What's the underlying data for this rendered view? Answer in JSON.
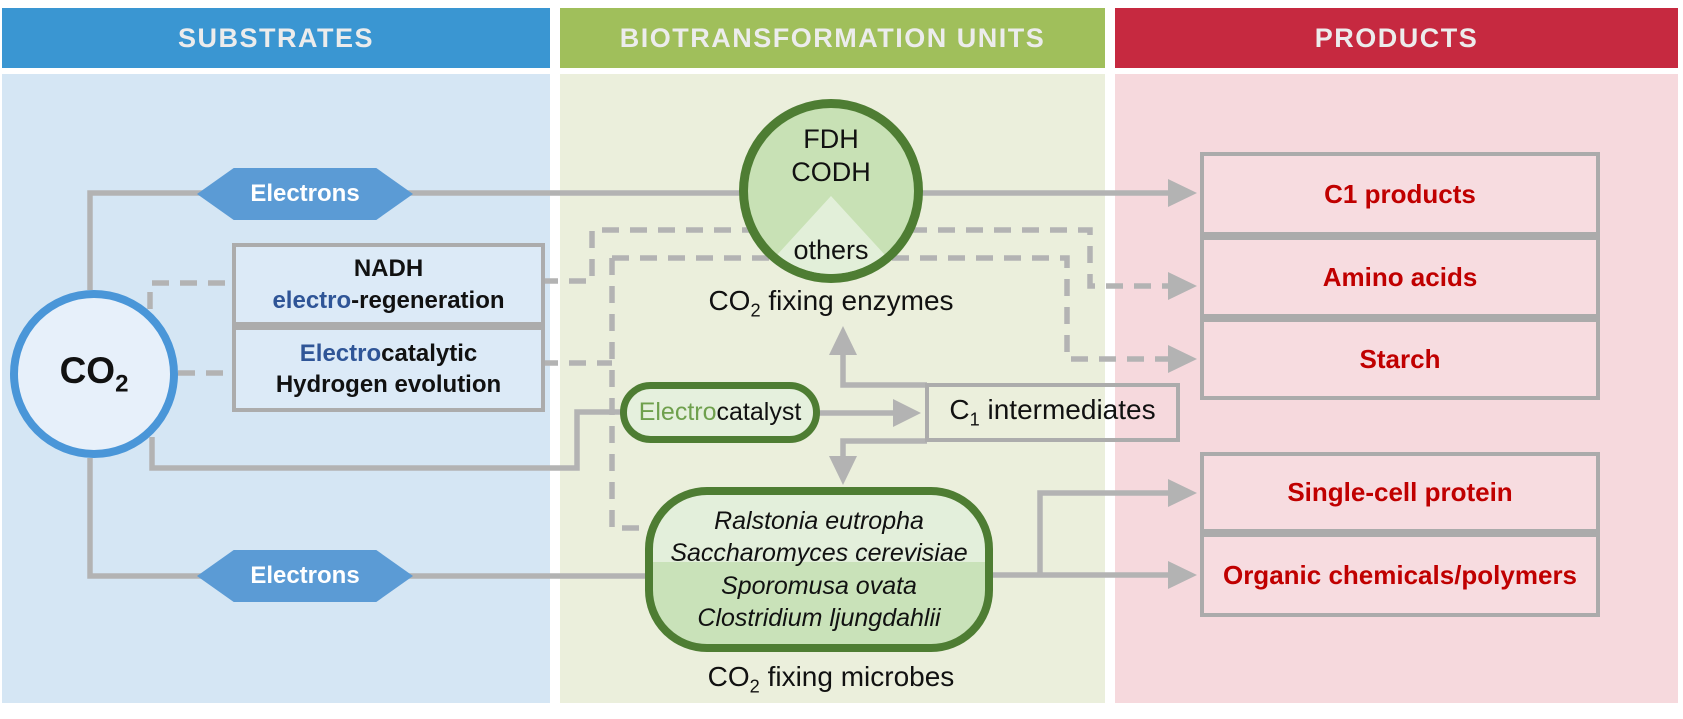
{
  "headers": {
    "substrates": "SUBSTRATES",
    "units": "BIOTRANSFORMATION UNITS",
    "products": "PRODUCTS"
  },
  "substrates": {
    "co2": {
      "base": "CO",
      "sub": "2"
    },
    "electrons_top": "Electrons",
    "electrons_bottom": "Electrons",
    "nadh_box": {
      "line1": "NADH",
      "accent": "electro",
      "rest": "-regeneration"
    },
    "hydrogen_box": {
      "accent": "Electro",
      "rest": "catalytic",
      "line2": "Hydrogen evolution"
    }
  },
  "units": {
    "enzyme_circle": {
      "line1": "FDH",
      "line2": "CODH",
      "line3": "others"
    },
    "enzymes_caption": {
      "base": "CO",
      "sub": "2",
      "rest": " fixing enzymes"
    },
    "electrocatalyst": {
      "accent": "Electro",
      "rest": "catalyst"
    },
    "c1_intermediates": {
      "base": "C",
      "sub": "1",
      "rest": " intermediates"
    },
    "microbes": [
      "Ralstonia eutropha",
      "Saccharomyces cerevisiae",
      "Sporomusa ovata",
      "Clostridium ljungdahlii"
    ],
    "microbes_caption": {
      "base": "CO",
      "sub": "2",
      "rest": " fixing microbes"
    }
  },
  "products": {
    "boxes": [
      "C1 products",
      "Amino acids",
      "Starch",
      "Single-cell protein",
      "Organic chemicals/polymers"
    ]
  },
  "colors": {
    "substrates_header": "#3a96d2",
    "substrates_bg": "#d5e6f4",
    "units_header": "#a0bf5b",
    "units_bg": "#ebefdc",
    "products_header": "#c62940",
    "products_bg": "#f6d9dd",
    "product_text": "#c00000",
    "accent_blue": "#2f5597",
    "accent_green": "#6fa04d",
    "green_border": "#4e7d33",
    "hexagon_blue": "#5b9bd5",
    "co2_circle_border": "#4a96d8",
    "connector_gray": "#b3b3b3"
  }
}
